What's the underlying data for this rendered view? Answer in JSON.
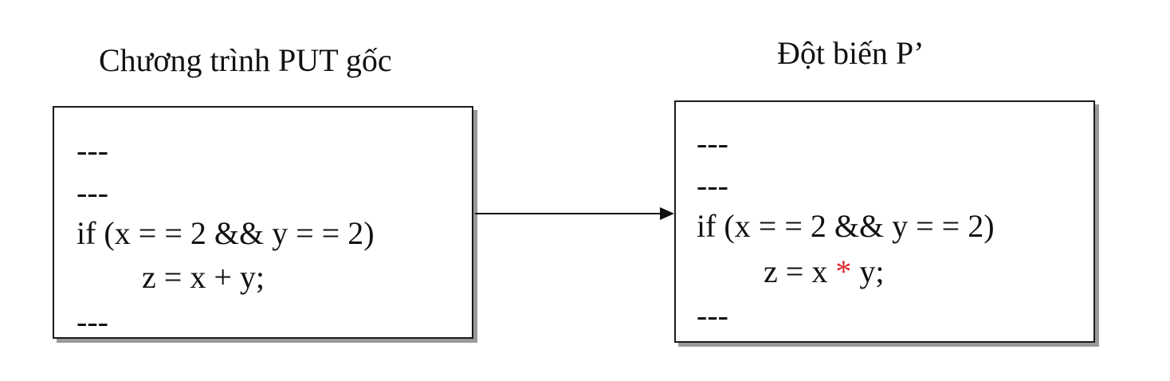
{
  "original": {
    "title": "Chương trình PUT gốc",
    "lines": [
      "---",
      "---",
      "if (x = = 2 && y = = 2)",
      "z = x + y;",
      "---"
    ]
  },
  "mutant": {
    "title": "Đột biến P’",
    "lines": [
      "---",
      "---",
      "if (x = = 2 && y = = 2)"
    ],
    "mutated_line": {
      "before": "z = x ",
      "operator": "*",
      "after": " y;"
    },
    "last_line": "---",
    "operator_color": "#e0262b"
  }
}
